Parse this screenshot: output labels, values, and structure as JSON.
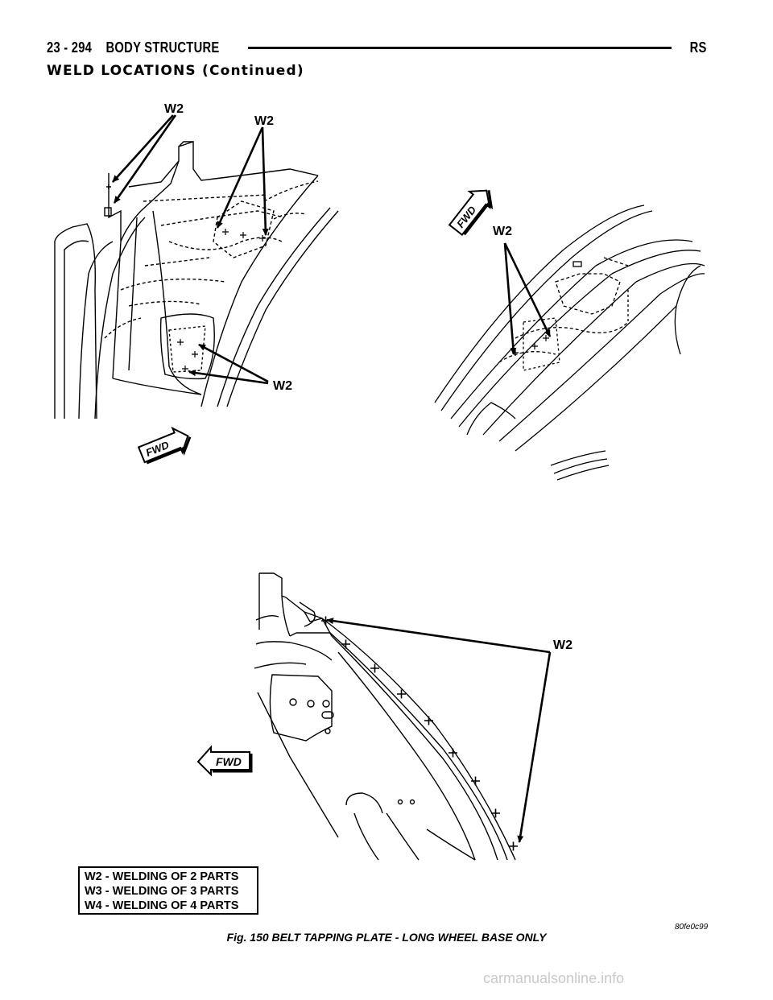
{
  "header": {
    "page_ref": "23 - 294",
    "section": "BODY STRUCTURE",
    "model": "RS"
  },
  "section_title": "WELD LOCATIONS (Continued)",
  "callouts": {
    "w2": "W2",
    "fwd": "FWD"
  },
  "legend": [
    "W2 - WELDING OF 2 PARTS",
    "W3 - WELDING OF 3 PARTS",
    "W4 - WELDING OF 4 PARTS"
  ],
  "figure_id": "80fe0c99",
  "caption": "Fig. 150 BELT TAPPING PLATE - LONG WHEEL BASE ONLY",
  "watermark": "carmanualsonline.info"
}
